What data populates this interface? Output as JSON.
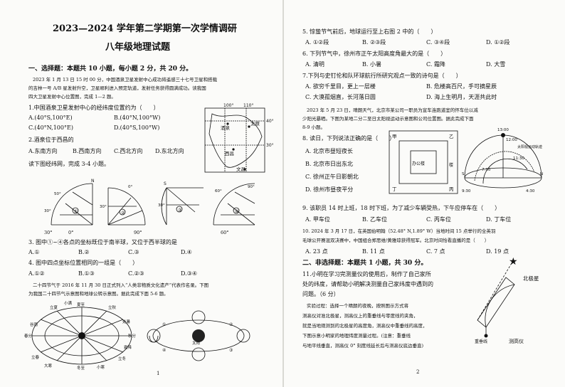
{
  "left": {
    "title": "2023—2024 学年第二学期第一次学情调研",
    "subtitle": "八年级地理试题",
    "section1": "一、选择题：本题共 10 小题，每小题 2 分，共 20 分。",
    "intro": [
      "2023 年 1 月 13 日 15 时 00 分，中国酒泉卫星发射中心成功将遥感三十七号卫星和搭载",
      "的吉林一号 A/B 星发射升空，卫星顺利进入预定轨道，发射任务获得圆满成功。读我国",
      "四大卫星发射中心位置图，完成 1—2 题。"
    ],
    "q1": "1.中国酒泉卫星发射中心的经纬度位置约为（　　）",
    "q1_options": [
      "A.(40°S,100°E)",
      "B.(40°N,100°W)",
      "C.(40°N,100°E)",
      "D.(40°S,100°W)"
    ],
    "q2": "2.酒泉位于西昌的",
    "q2_options": [
      "A.东南方向",
      "B.西南方向",
      "C.西北方向",
      "D.东北方向"
    ],
    "q34_intro": "读下图经纬网，完成 3-4 小题。",
    "map_labels": {
      "m1": [
        "100°",
        "110°",
        "40°",
        "30°",
        "酒泉",
        "太原",
        "西昌",
        "文昌"
      ],
      "g1": [
        "50°",
        "30°",
        "30°",
        "60°",
        "N",
        "①"
      ],
      "g2": [
        "0°",
        "30°",
        "30°",
        "60°",
        "②"
      ],
      "g3": [
        "S",
        "30°",
        "30°",
        "③"
      ],
      "g4": [
        "60°",
        "90°",
        "30°",
        "60°",
        "④"
      ],
      "glon1": [
        "30°",
        "0°",
        "90°",
        "60°"
      ]
    },
    "q3": "3.  图中①~④各点的坐标既位于南半球，又位于西半球的是",
    "q3_options": [
      "A.①",
      "B.②",
      "C.③",
      "D.④"
    ],
    "q4": "4.  图中四点坐标位置相同的一组是（　　）",
    "q4_options": [
      "A.①②",
      "B.①③",
      "C.②③",
      "D.③④"
    ],
    "q56_intro": [
      "二十四节气于 2016 年 11 月 30 日正式列入“人类非物质文化遗产”代表作名录。下图",
      "为我国二十四节气示意图和地球公转示意图。据此完成下面 5-6 题。"
    ],
    "jieqi_labels": [
      "春分",
      "秋分",
      "夏至",
      "冬至",
      "立春",
      "立夏",
      "立秋",
      "立冬",
      "谷雨",
      "小满",
      "处暑",
      "霜降",
      "小寒",
      "大寒"
    ],
    "orbit_labels": [
      "①",
      "②",
      "③",
      "④",
      "太阳"
    ],
    "page_num": "1"
  },
  "right": {
    "q5": "5.  惊蛰节气前后，地球运行至上右图 2 中的（　　）",
    "q5_options": [
      "A. ①②段",
      "B. ②③段",
      "C. ③④段",
      "D. ①②段"
    ],
    "q6": "6.  下列节气中，徐州市正午太阳高度角最大的是（　　）",
    "q6_options": [
      "A. 清明",
      "B. 小暑",
      "C. 霜降",
      "D. 大雪"
    ],
    "q7": "7.下列与史钉伦和队环球航行所研究观点一致的诗句是（　　）",
    "q7_options": [
      "A. 欲穷千里目，更上一层楼",
      "B. 危楼高百尺，手可摘星辰",
      "C. 大漠孤烟直，长河落日圆",
      "D. 海上生明月，天涯共此时"
    ],
    "q89_intro": [
      "2023 年 5 月 23 日，晴朗天气，北京市某公司一职员为宣车连跑道室的怀车位以减",
      "少阳光暴晒。下图为某地二分二至日太阳视运动示意图和公司位置图。据此完成下面",
      "8-9 小题。"
    ],
    "q8": "8.  读日，下列说法正确的是（　　）",
    "q8_options": [
      "A. 北京市昼短夜长",
      "B. 北京市日出东北",
      "C. 徐州正午日影朝北",
      "D. 徐州市昼夜平分"
    ],
    "fig_labels": {
      "parking": [
        "甲",
        "乙",
        "丙",
        "丁",
        "办公楼",
        "楼"
      ],
      "sun": [
        "13:00",
        "12:00",
        "9:30",
        "7:10",
        "11:30",
        "4:30",
        "N",
        "S",
        "太阳视运动轨迹"
      ]
    },
    "q9": "9.  该职员 14 时上班，18 时下班，为了减少车辆受热，下午应停车在（　　）",
    "q9_options": [
      "A. 甲车位",
      "B. 乙车位",
      "C. 丙车位",
      "D. 丁车位"
    ],
    "q10": [
      "10. 2024 年 3 月 17 日，在英国伯明翰（52.48° N,1.89° W）当地时间 15 点举行的全英羽",
      "毛球公开赛混双决赛中，中国组合郑思维/黄雅琼获得冠军。北京时间恰看直播的是（　　）"
    ],
    "q10_options": [
      "A. 23 点",
      "B. 11 点",
      "C. 7 点",
      "D. 19 点"
    ],
    "section2": "二、非选择题：本题共 1 小题，共 30 分。",
    "q11": [
      "11.小明在学习完测量仪的使用后，制作了自己家所",
      "处的纬度，请帮助小明解决测量自己家纬度中遇到的",
      "问题。（6 分）"
    ],
    "q11_steps": [
      "实验过程：选择一个晴朗的夜晚，按照图示方式将",
      "测高仪对准北极星，测高仪上的重垂线与零度线的夹角，",
      "就是当地观测到的北极星的高度角，测高仪中重垂线的高度，",
      "下图示意小明家的地理纬度测量过程。(注意：重垂线",
      "与地平线垂直，测高仪 0° 刻度线延长后与测高仪底边垂直)"
    ],
    "fig11_labels": [
      "北极星",
      "重垂线",
      "测高仪"
    ],
    "page_num": "2"
  }
}
